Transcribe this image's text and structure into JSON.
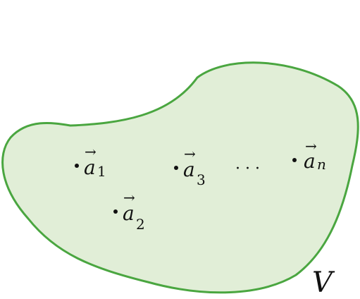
{
  "colors": {
    "region_fill": "#e1eed7",
    "region_stroke": "#4aa640",
    "ink": "#111111"
  },
  "region": {
    "label": "V"
  },
  "vectors": [
    {
      "base": "a",
      "arrow": "→",
      "subscript": "1",
      "sub_italic": false
    },
    {
      "base": "a",
      "arrow": "→",
      "subscript": "2",
      "sub_italic": false
    },
    {
      "base": "a",
      "arrow": "→",
      "subscript": "3",
      "sub_italic": false
    },
    {
      "base": "a",
      "arrow": "→",
      "subscript": "n",
      "sub_italic": true
    }
  ],
  "ellipsis": "· · ·"
}
